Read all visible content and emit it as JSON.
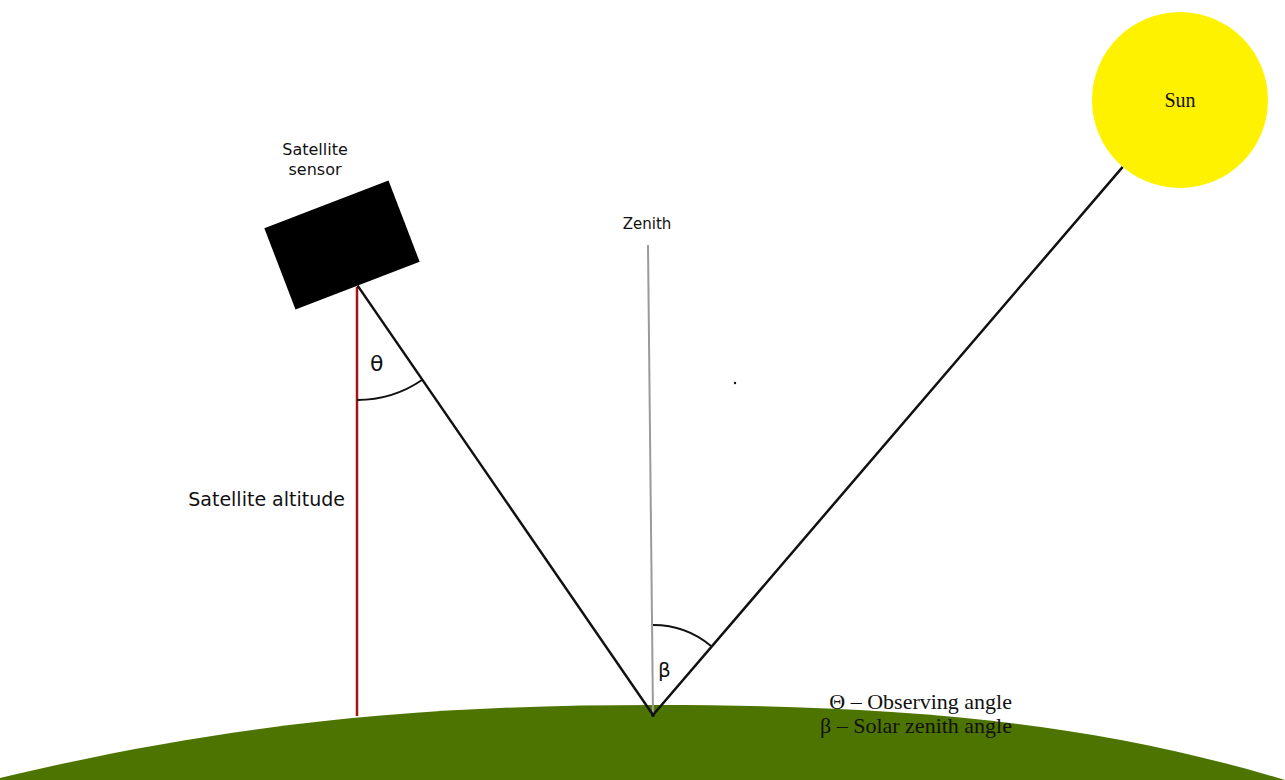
{
  "diagram": {
    "nodes": [
      {
        "text": [
          "Satellite sensor"
        ]
      },
      {
        "text": [
          "Sun"
        ]
      }
    ],
    "edges": [
      {
        "from": 1,
        "to": 0,
        "arrow": "none"
      }
    ],
    "labels": [
      "Zenith",
      "θ",
      "Satellite altitude",
      "β",
      "Θ – Observing angle",
      "β – Solar zenith angle"
    ]
  }
}
